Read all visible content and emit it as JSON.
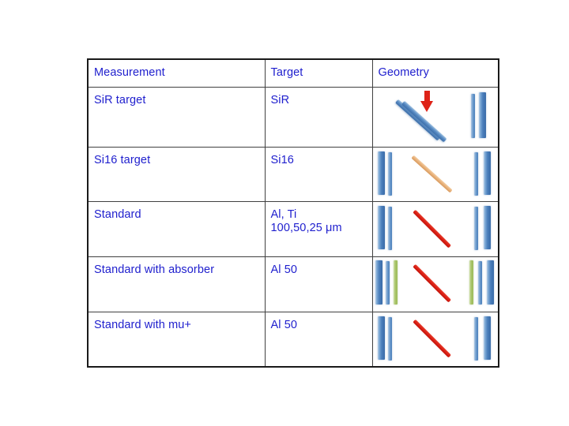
{
  "slide": {
    "background_color": "#ffffff",
    "text_color": "#2020CE"
  },
  "table": {
    "name": "measurement-configuration-table",
    "border_color": "#1a1a1a",
    "columns": [
      {
        "key": "measurement",
        "label": "Measurement"
      },
      {
        "key": "target",
        "label": "Target"
      },
      {
        "key": "geometry",
        "label": "Geometry"
      }
    ],
    "rows": [
      {
        "measurement": "SiR target",
        "target": "SiR",
        "geometry": {
          "description": "two tilted blue target bars with red beam arrow and two vertical detector bars on the right",
          "elements": [
            "diagonal-blue-bar",
            "diagonal-blue-bar",
            "red-down-arrow",
            "vertical-blue-bar",
            "vertical-blue-bar"
          ]
        }
      },
      {
        "measurement": "Si16 target",
        "target": "Si16",
        "geometry": {
          "description": "two vertical blue detector bars left, orange diagonal target, two vertical blue detector bars right",
          "elements": [
            "vertical-blue-bar",
            "vertical-blue-bar",
            "diagonal-orange-target",
            "vertical-blue-bar",
            "vertical-blue-bar"
          ]
        }
      },
      {
        "measurement": "Standard",
        "target": "Al, Ti\n100,50,25 μm",
        "geometry": {
          "description": "two vertical blue detector bars left, red diagonal target, two vertical blue detector bars right",
          "elements": [
            "vertical-blue-bar",
            "vertical-blue-bar",
            "diagonal-red-target",
            "vertical-blue-bar",
            "vertical-blue-bar"
          ]
        }
      },
      {
        "measurement": "Standard with absorber",
        "target": "Al 50",
        "geometry": {
          "description": "blue, blue and green bars left, red diagonal target, green, blue and blue bars right",
          "elements": [
            "vertical-blue-bar",
            "vertical-blue-bar",
            "vertical-green-bar",
            "diagonal-red-target",
            "vertical-green-bar",
            "vertical-blue-bar",
            "vertical-blue-bar"
          ]
        }
      },
      {
        "measurement": "Standard with mu+",
        "target": "Al 50",
        "geometry": {
          "description": "two vertical blue detector bars left, red diagonal target, two vertical blue detector bars right",
          "elements": [
            "vertical-blue-bar",
            "vertical-blue-bar",
            "diagonal-red-target",
            "vertical-blue-bar",
            "vertical-blue-bar"
          ]
        }
      }
    ]
  },
  "colors": {
    "text_blue": "#2020CE",
    "bar_blue": "#4a7ebb",
    "bar_green": "#9bbb59",
    "target_orange": "#d89a5d",
    "target_red": "#d91f15",
    "arrow_red": "#de2318",
    "table_border": "#1a1a1a"
  }
}
